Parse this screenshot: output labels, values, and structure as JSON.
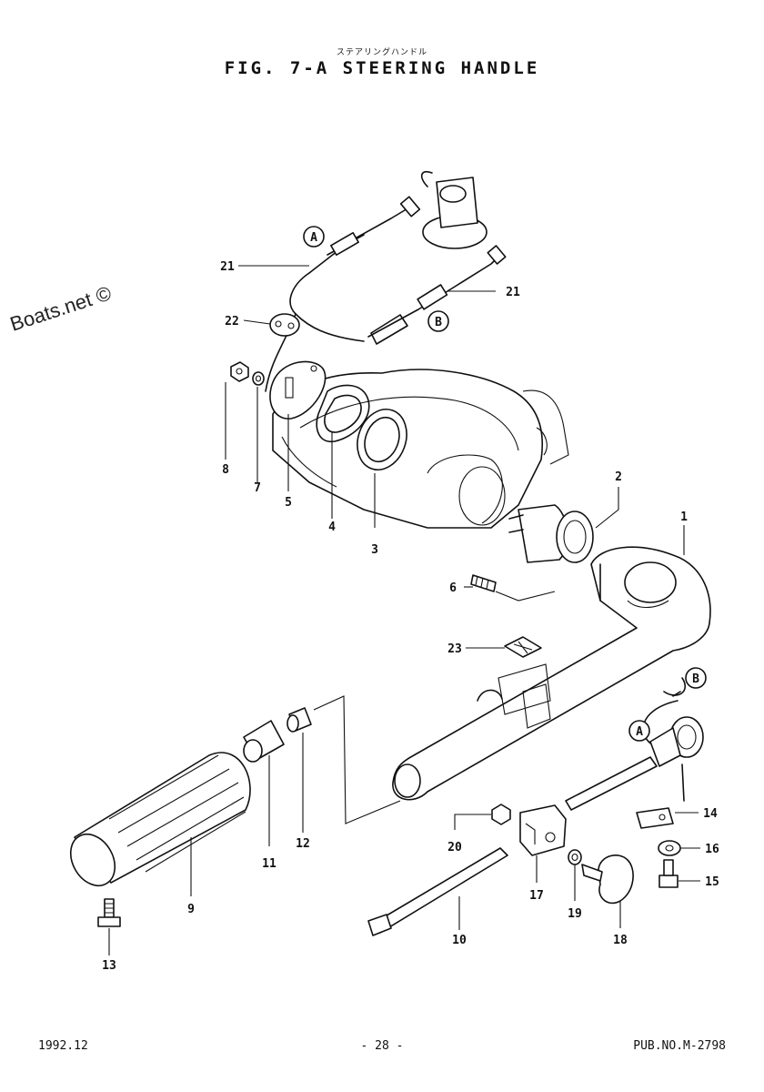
{
  "header": {
    "subtitle": "ステアリングハンドル",
    "title": "FIG. 7-A STEERING HANDLE"
  },
  "watermark": "Boats.net ©",
  "callouts": {
    "A": "A",
    "B": "B"
  },
  "parts": [
    "1",
    "2",
    "3",
    "4",
    "5",
    "6",
    "7",
    "8",
    "9",
    "10",
    "11",
    "12",
    "13",
    "14",
    "15",
    "16",
    "17",
    "18",
    "19",
    "20",
    "21",
    "22",
    "23"
  ],
  "footer": {
    "date": "1992.12",
    "page": "- 28 -",
    "pub": "PUB.NO.M-2798"
  }
}
